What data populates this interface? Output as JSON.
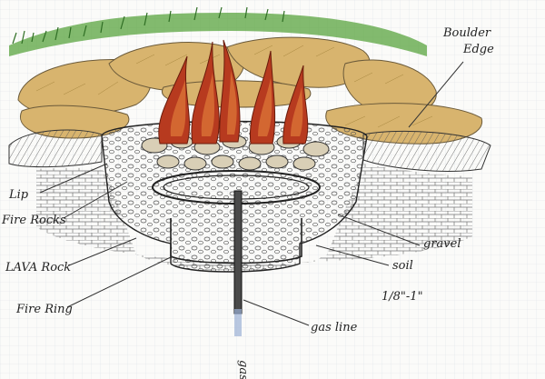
{
  "labels": {
    "boulder_edge_1": "Boulder",
    "boulder_edge_2": "Edge",
    "lip": "Lip",
    "fire_rocks": "Fire Rocks",
    "lava_rock": "LAVA Rock",
    "fire_ring": "Fire Ring",
    "gravel": "gravel",
    "soil": "soil",
    "depth": "1/8\"-1\"",
    "gas_line": "gas line",
    "gas": "gas"
  },
  "colors": {
    "paper": "#fbfbf9",
    "grid": "#d8dde3",
    "grass": "#4f9a3a",
    "boulder": "#d6b06a",
    "flame": "#b73a1f",
    "ink": "#222222"
  }
}
